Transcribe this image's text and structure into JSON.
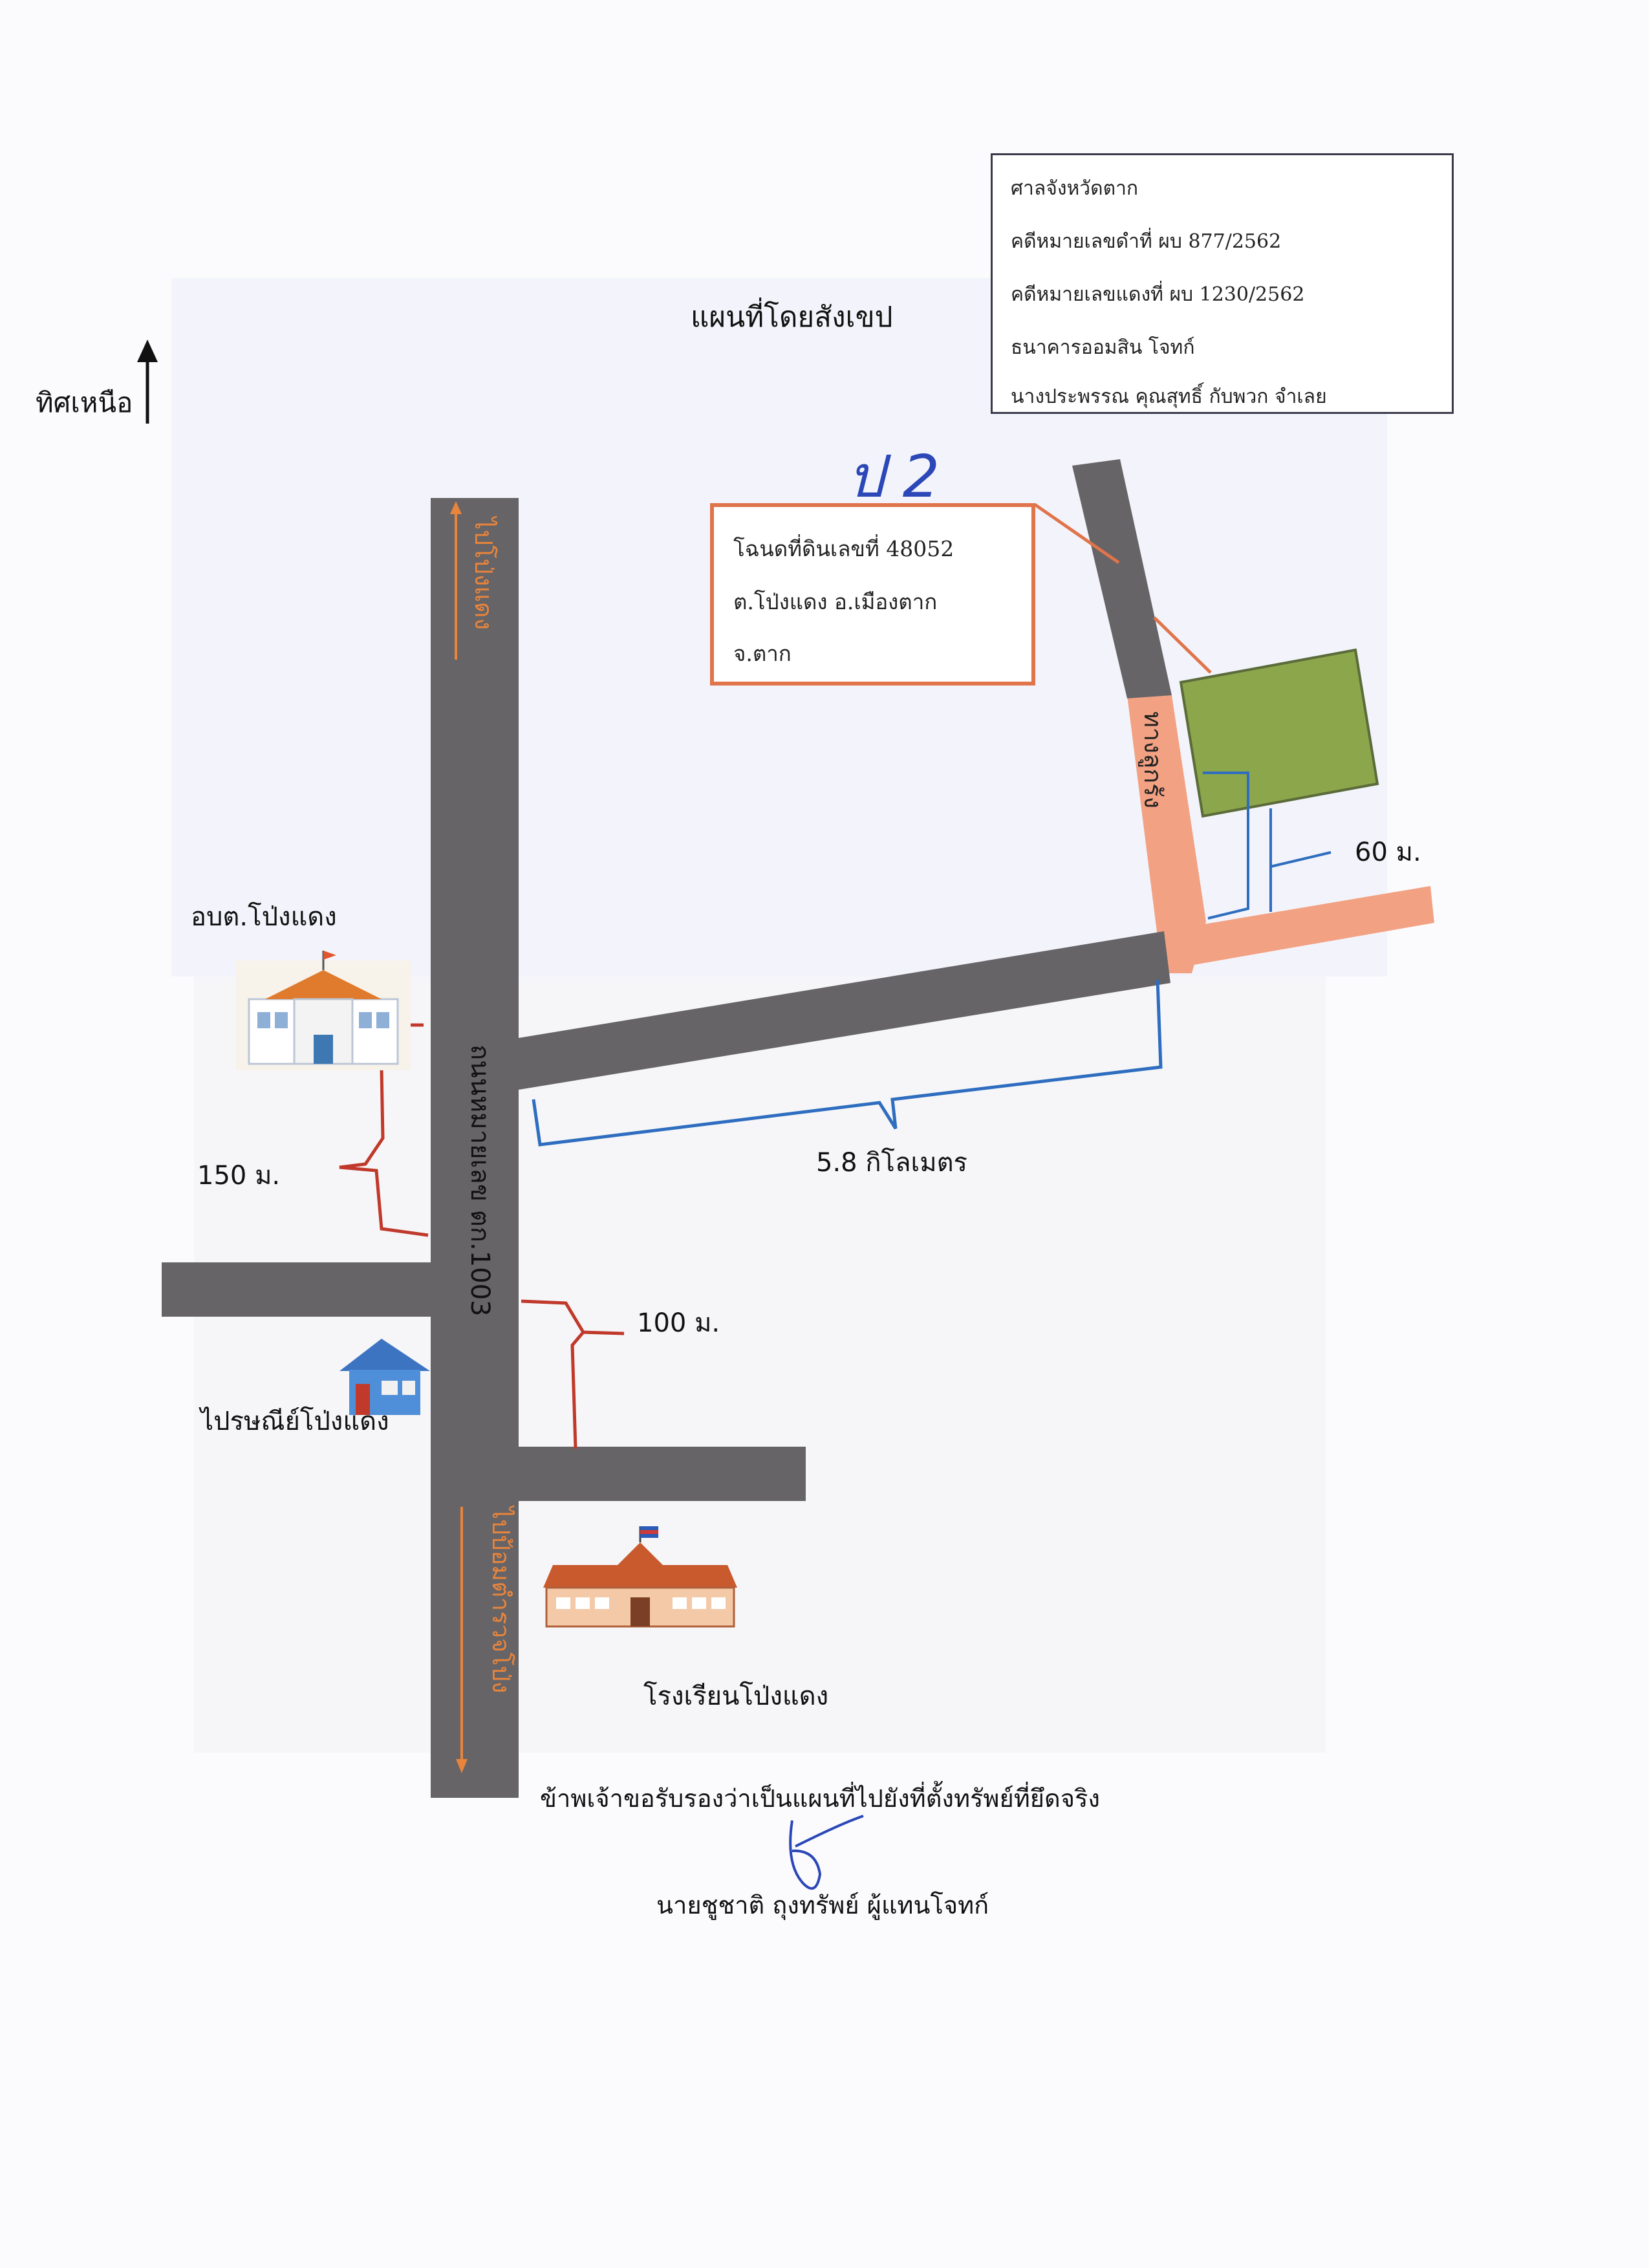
{
  "page_title": "แผนที่โดยสังเขป",
  "north_label": "ทิศเหนือ",
  "handwritten_code": "ป 2",
  "case_info": {
    "court": "ศาลจังหวัดตาก",
    "black_case": "คดีหมายเลขดำที่  ผบ 877/2562",
    "red_case": "คดีหมายเลขแดงที่ ผบ 1230/2562",
    "plaintiff": "ธนาคารออมสิน    โจทก์",
    "defendant": "นางประพรรณ คุณสุทธิ์ กับพวก  จำเลย"
  },
  "deed": {
    "line1": "โฉนดที่ดินเลขที่  48052",
    "line2": "ต.โป่งแดง  อ.เมืองตาก",
    "line3": "จ.ตาก"
  },
  "roads": {
    "main_road": "ถนนหมายเลข ตก.1003",
    "to_north": "ไปโป่งแดง",
    "to_south": "ไปป้อมตำรวจโป่ง",
    "dirt_road": "ทางลูกรัง"
  },
  "landmarks": {
    "sao": "อบต.โป่งแดง",
    "post_office": "ไปรษณีย์โป่งแดง",
    "school": "โรงเรียนโป่งแดง"
  },
  "distances": {
    "d150": "150 ม.",
    "d100": "100 ม.",
    "d58": "5.8 กิโลเมตร",
    "d60": "60 ม."
  },
  "certification": "ข้าพเจ้าขอรับรองว่าเป็นแผนที่ไปยังที่ตั้งทรัพย์ที่ยึดจริง",
  "signer": "นายชูชาติ ถุงทรัพย์ ผู้แทนโจทก์",
  "colors": {
    "road": "#666466",
    "dirt_road": "#f2a283",
    "plot": "#8ba64b",
    "arrow_orange": "#e8843c",
    "brace_blue": "#2e6dbf",
    "brace_red": "#c0392b",
    "box_orange": "#e0744a"
  }
}
